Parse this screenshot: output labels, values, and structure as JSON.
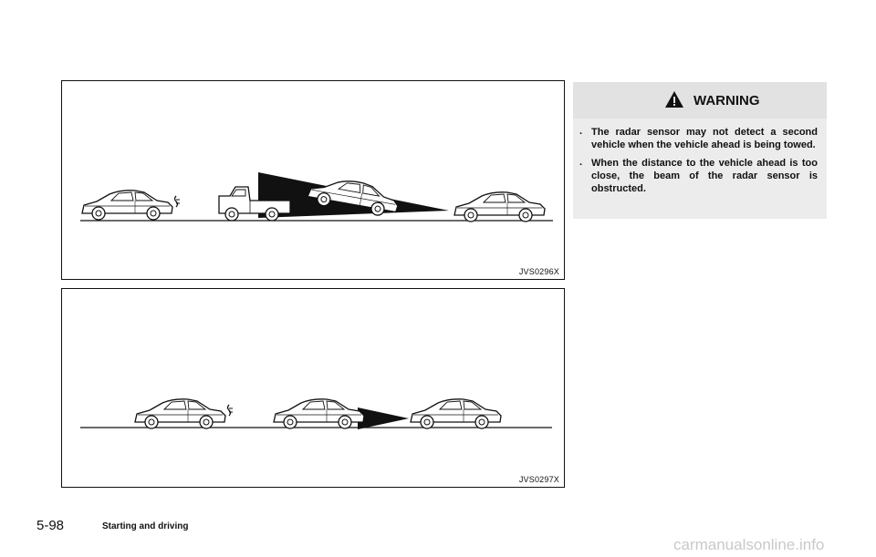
{
  "figures": [
    {
      "code": "JVS0296X"
    },
    {
      "code": "JVS0297X"
    }
  ],
  "warning": {
    "title": "WARNING",
    "icon": "warning-triangle-icon",
    "bullet": ".",
    "items": [
      "The radar sensor may not detect a second vehicle when the vehicle ahead is being towed.",
      "When the distance to the vehicle ahead is too close, the beam of the radar sensor is obstructed."
    ]
  },
  "footer": {
    "page_number": "5-98",
    "section": "Starting and driving"
  },
  "watermark": "carmanualsonline.info"
}
